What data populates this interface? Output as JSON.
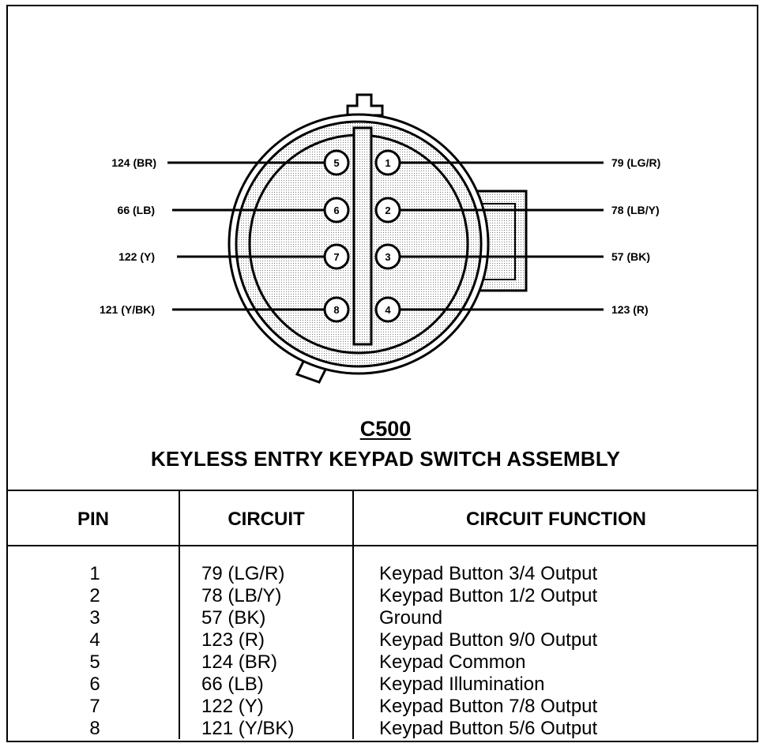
{
  "connector": {
    "code": "C500",
    "title": "KEYLESS ENTRY KEYPAD SWITCH ASSEMBLY"
  },
  "left_labels": [
    "124 (BR)",
    "66 (LB)",
    "122 (Y)",
    "121 (Y/BK)"
  ],
  "right_labels": [
    "79 (LG/R)",
    "78 (LB/Y)",
    "57 (BK)",
    "123 (R)"
  ],
  "left_pins": [
    "5",
    "6",
    "7",
    "8"
  ],
  "right_pins": [
    "1",
    "2",
    "3",
    "4"
  ],
  "table": {
    "headers": [
      "PIN",
      "CIRCUIT",
      "CIRCUIT FUNCTION"
    ],
    "rows": [
      {
        "pin": "1",
        "circuit": "79 (LG/R)",
        "function": "Keypad Button 3/4 Output"
      },
      {
        "pin": "2",
        "circuit": "78 (LB/Y)",
        "function": "Keypad Button 1/2 Output"
      },
      {
        "pin": "3",
        "circuit": "57 (BK)",
        "function": "Ground"
      },
      {
        "pin": "4",
        "circuit": "123 (R)",
        "function": "Keypad Button 9/0 Output"
      },
      {
        "pin": "5",
        "circuit": "124 (BR)",
        "function": "Keypad Common"
      },
      {
        "pin": "6",
        "circuit": "66 (LB)",
        "function": "Keypad Illumination"
      },
      {
        "pin": "7",
        "circuit": "122 (Y)",
        "function": "Keypad Button 7/8 Output"
      },
      {
        "pin": "8",
        "circuit": "121 (Y/BK)",
        "function": "Keypad Button 5/6 Output"
      }
    ]
  }
}
